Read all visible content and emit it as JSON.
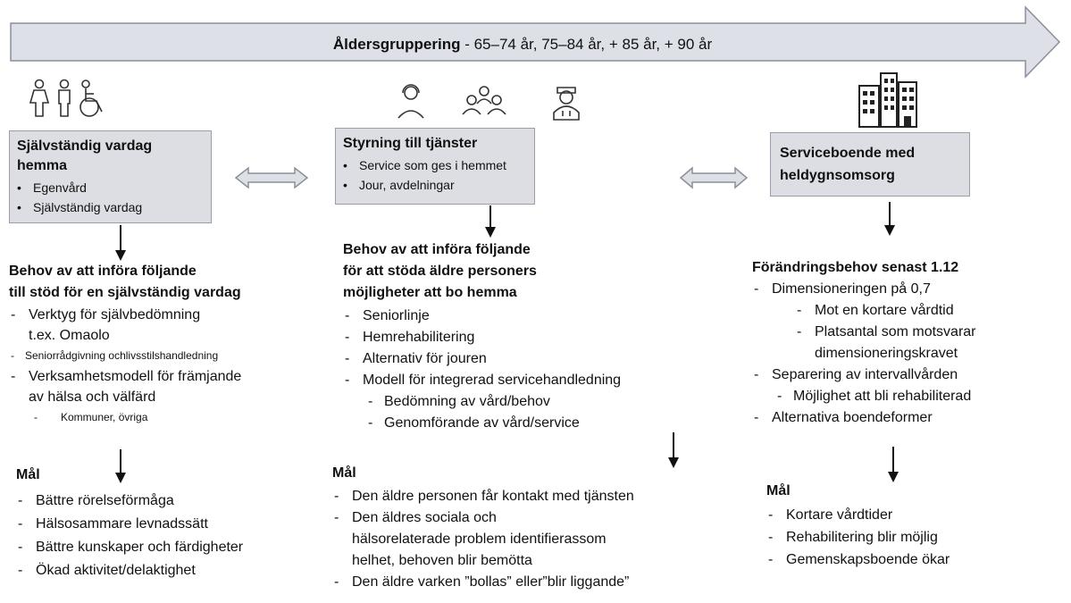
{
  "banner": {
    "bold": "Åldersgruppering",
    "rest": " -  65–74 år, 75–84 år, + 85 år, + 90 år"
  },
  "left": {
    "icons": [
      "woman-icon",
      "man-icon",
      "wheelchair-icon"
    ],
    "box_title": "Självständig vardag hemma",
    "box_items": [
      "Egenvård",
      "Självständig vardag"
    ],
    "heading": [
      "Behov av att införa följande",
      "till stöd för en självständig vardag"
    ],
    "needs": [
      "Verktyg för självbedömning",
      "t.ex. Omaolo",
      "Seniorrådgivning ochlivsstilshandledning",
      "Verksamhetsmodell för främjande",
      "av hälsa och välfärd",
      "Kommuner, övriga"
    ],
    "goal_heading": "Mål",
    "goals": [
      "Bättre rörelseförmåga",
      "Hälsosammare levnadssätt",
      "Bättre kunskaper och färdigheter",
      "Ökad aktivitet/delaktighet"
    ]
  },
  "middle": {
    "icons": [
      "person-headset-icon",
      "group-icon",
      "doctor-icon"
    ],
    "box_title": "Styrning till tjänster",
    "box_items": [
      "Service som ges i hemmet",
      "Jour, avdelningar"
    ],
    "heading": [
      "Behov av att införa följande",
      "för att stöda äldre personers",
      "möjligheter att bo hemma"
    ],
    "needs": [
      "Seniorlinje",
      "Hemrehabilitering",
      "Alternativ för jouren",
      "Modell för integrerad servicehandledning",
      "Bedömning av vård/behov",
      "Genomförande av vård/service"
    ],
    "goal_heading": "Mål",
    "goals": [
      "Den äldre personen får kontakt med tjänsten",
      "Den äldres sociala och",
      "hälsorelaterade problem identifierassom",
      "helhet, behoven blir bemötta",
      "Den äldre varken ”bollas” eller”blir liggande”"
    ]
  },
  "right": {
    "icons": [
      "buildings-icon"
    ],
    "box_title": "Serviceboende med heldygnsomsorg",
    "heading": [
      "Förändringsbehov senast 1.12"
    ],
    "needs": [
      "Dimensioneringen på 0,7",
      "Mot en kortare vårdtid",
      "Platsantal som motsvarar",
      "dimensioneringskravet",
      "Separering av intervallvården",
      "Möjlighet att bli rehabiliterad",
      "Alternativa boendeformer"
    ],
    "goal_heading": "Mål",
    "goals": [
      "Kortare vårdtider",
      "Rehabilitering blir möjlig",
      "Gemenskapsboende ökar"
    ]
  },
  "colors": {
    "box_fill": "#dcdee3",
    "box_border": "#9a9ea8",
    "arrow_fill": "#dde0e6",
    "arrow_stroke": "#8a8f9a"
  }
}
